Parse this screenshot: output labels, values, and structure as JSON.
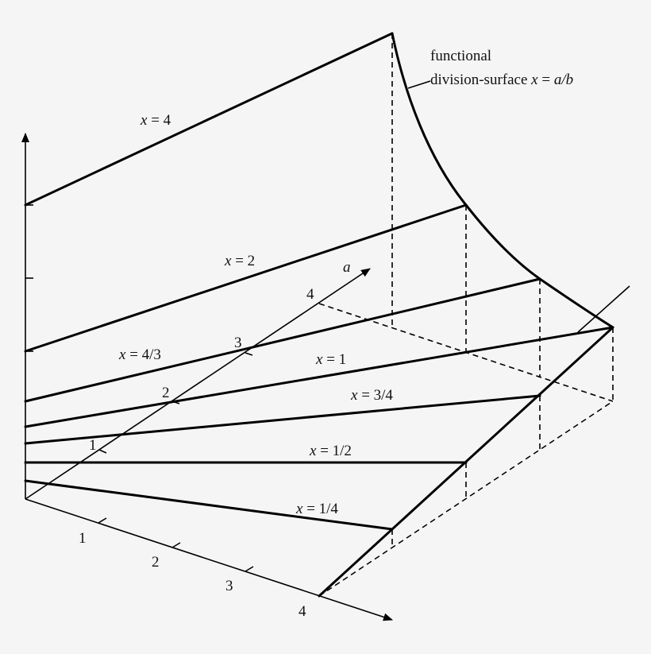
{
  "diagram": {
    "annotation": {
      "line1": "functional",
      "line2_prefix": "division-surface ",
      "line2_var": "x",
      "line2_eq": " = ",
      "line2_expr": "a/b"
    },
    "axes": {
      "a_axis": {
        "label": "a",
        "ticks": [
          "1",
          "2",
          "3",
          "4"
        ]
      },
      "b_axis": {
        "ticks": [
          "1",
          "2",
          "3",
          "4"
        ]
      },
      "vertical_axis": {
        "label": ""
      }
    },
    "curves": [
      {
        "var": "x",
        "eq": " = ",
        "value": "4"
      },
      {
        "var": "x",
        "eq": " = ",
        "value": "2"
      },
      {
        "var": "x",
        "eq": " = ",
        "value": "4/3"
      },
      {
        "var": "x",
        "eq": " = ",
        "value": "1"
      },
      {
        "var": "x",
        "eq": " = ",
        "value": "3/4"
      },
      {
        "var": "x",
        "eq": " = ",
        "value": "1/2"
      },
      {
        "var": "x",
        "eq": " = ",
        "value": "1/4"
      }
    ],
    "colors": {
      "ink": "#000000",
      "background": "#f5f5f5"
    }
  }
}
